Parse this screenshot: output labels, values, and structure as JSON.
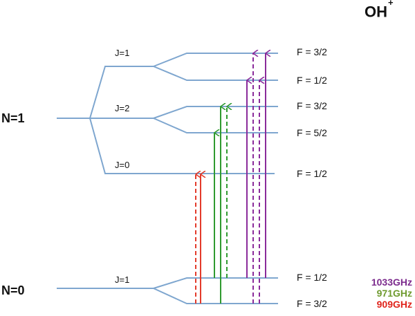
{
  "title": "OH",
  "title_superscript": "+",
  "manifolds": [
    {
      "label": "N=1"
    },
    {
      "label": "N=0"
    }
  ],
  "j_levels": [
    {
      "label": "J=1"
    },
    {
      "label": "J=2"
    },
    {
      "label": "J=0"
    },
    {
      "label": "J=1"
    }
  ],
  "f_levels": [
    {
      "label": "F = 3/2"
    },
    {
      "label": "F = 1/2"
    },
    {
      "label": "F = 3/2"
    },
    {
      "label": "F = 5/2"
    },
    {
      "label": "F = 1/2"
    },
    {
      "label": "F = 1/2"
    },
    {
      "label": "F = 3/2"
    }
  ],
  "transitions_legend": [
    {
      "label": "1033GHz",
      "color": "#7b2a8c"
    },
    {
      "label": "971GHz",
      "color": "#6e9a2e"
    },
    {
      "label": "909GHz",
      "color": "#e0231b"
    }
  ],
  "colors": {
    "level_line": "#7ea6cf",
    "purple": "#8a2a9a",
    "green": "#2f9a2f",
    "red": "#e33a2a"
  }
}
